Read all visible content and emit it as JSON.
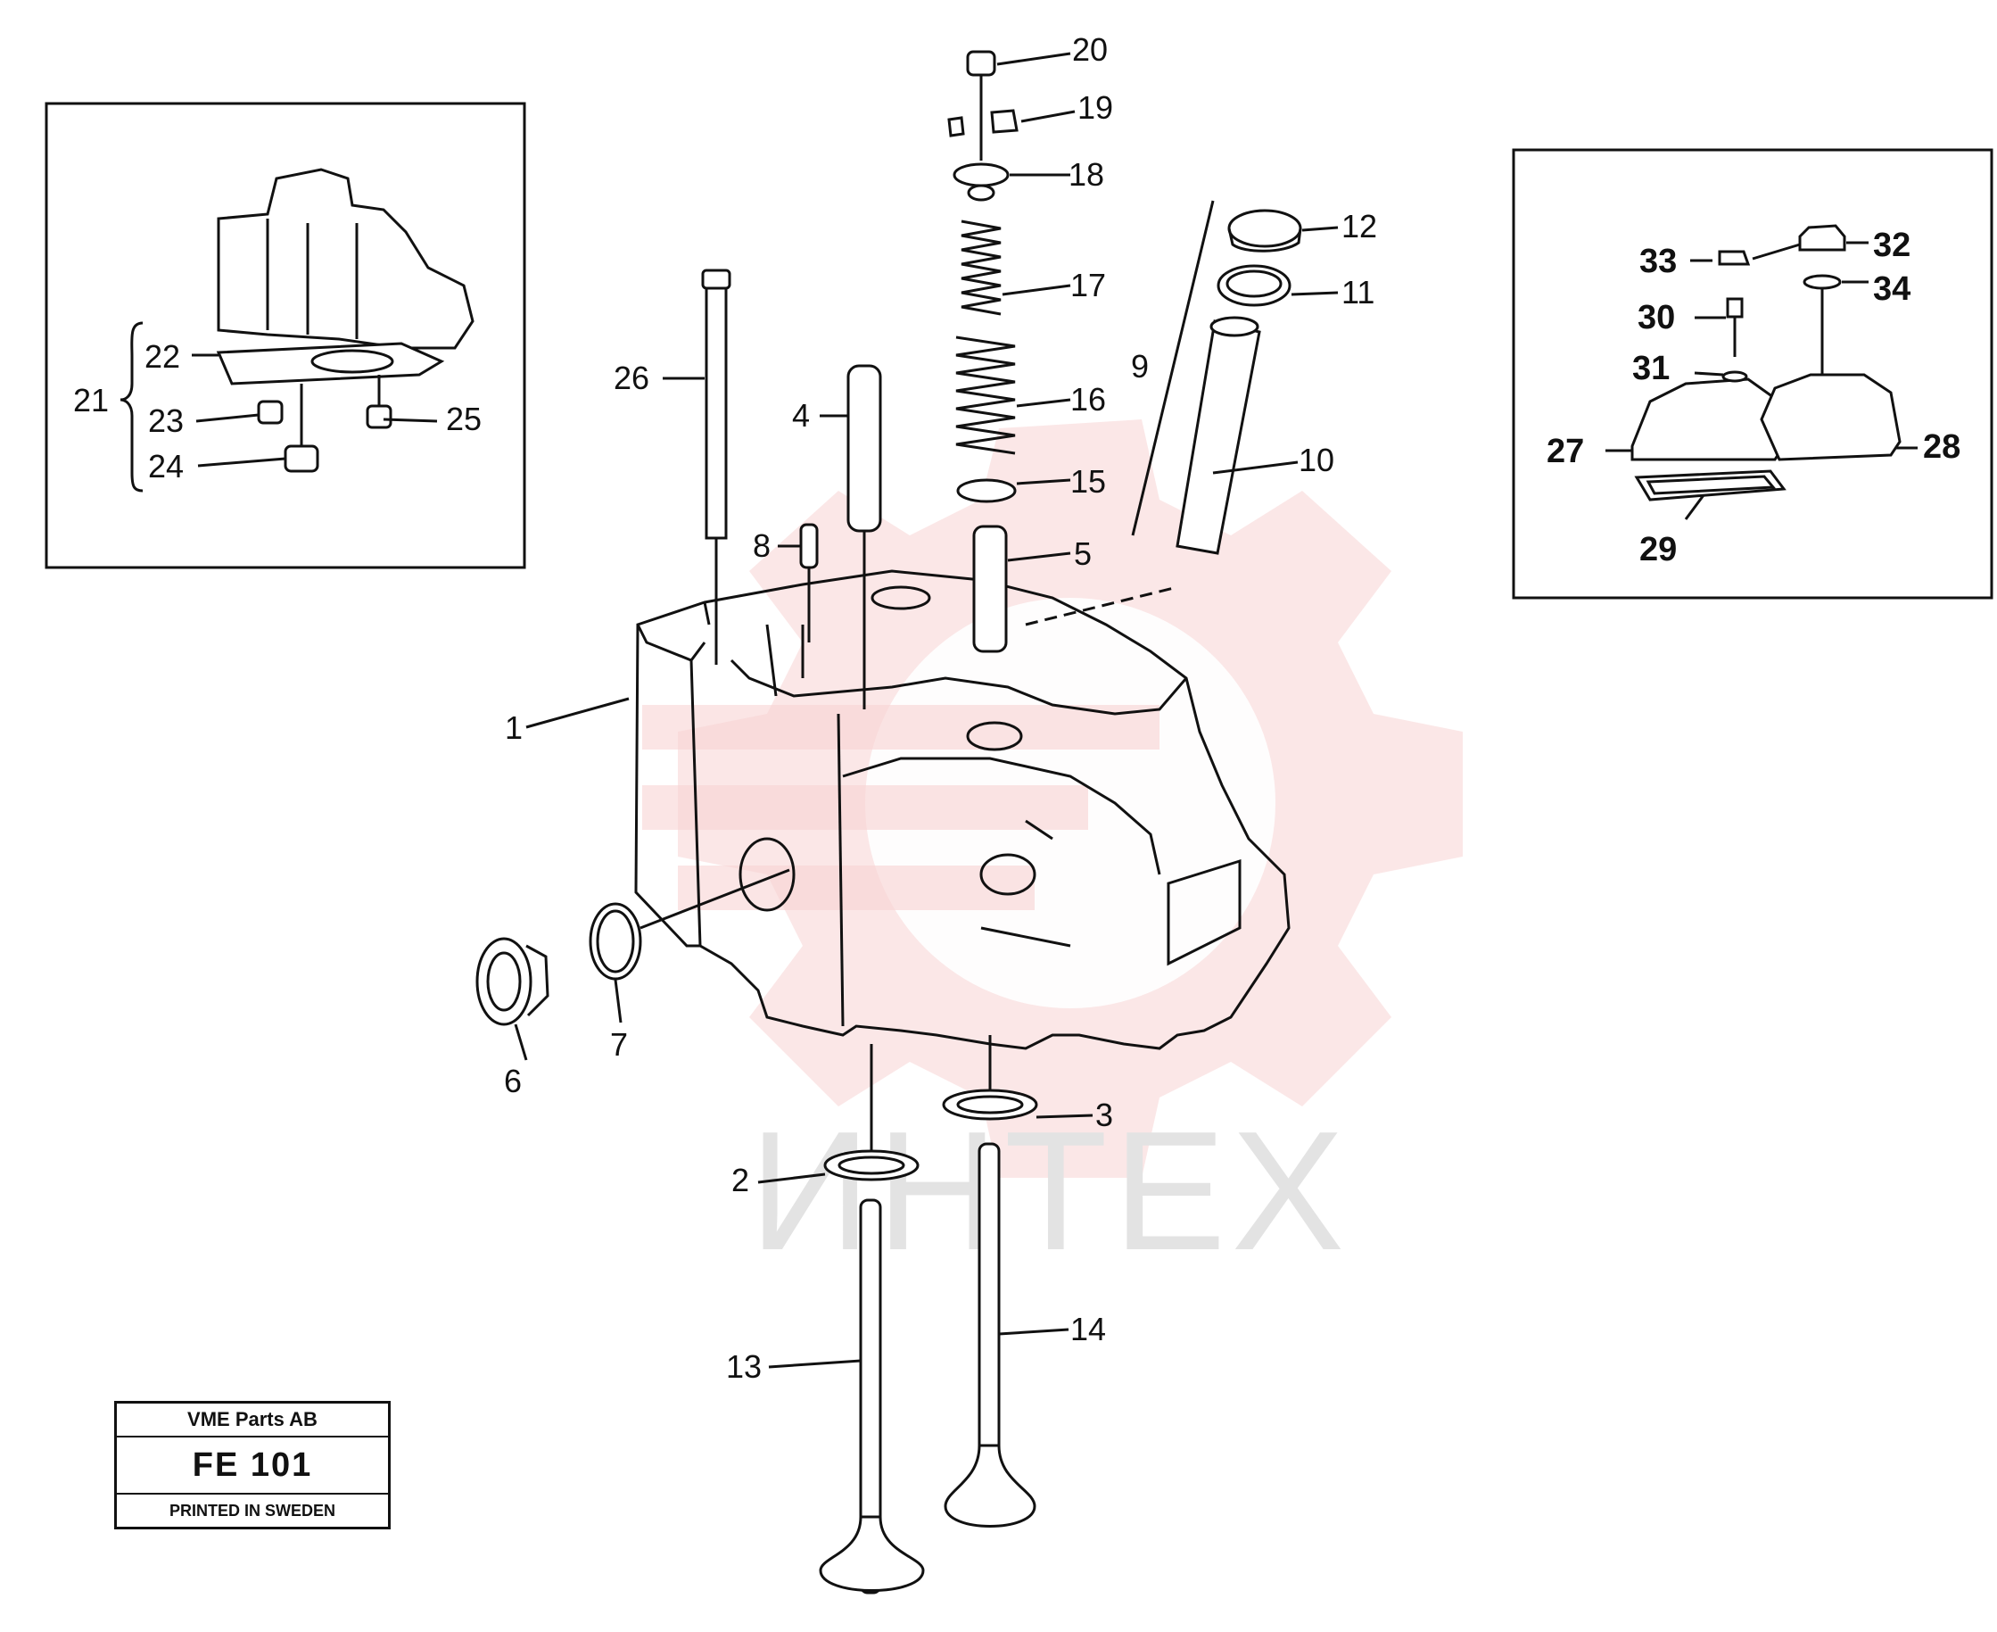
{
  "watermark": {
    "text": "ИНТЕХ",
    "gear_color": "#f5c6c6",
    "text_color": "#e3e3e3"
  },
  "labels": {
    "l1": "1",
    "l2": "2",
    "l3": "3",
    "l4": "4",
    "l5": "5",
    "l6": "6",
    "l7": "7",
    "l8": "8",
    "l9": "9",
    "l10": "10",
    "l11": "11",
    "l12": "12",
    "l13": "13",
    "l14": "14",
    "l15": "15",
    "l16": "16",
    "l17": "17",
    "l18": "18",
    "l19": "19",
    "l20": "20",
    "l21": "21",
    "l22": "22",
    "l23": "23",
    "l24": "24",
    "l25": "25",
    "l26": "26",
    "l27": "27",
    "l28": "28",
    "l29": "29",
    "l30": "30",
    "l31": "31",
    "l32": "32",
    "l33": "33",
    "l34": "34"
  },
  "stamp": {
    "company": "VME Parts AB",
    "code": "FE  101",
    "note": "PRINTED IN SWEDEN"
  }
}
